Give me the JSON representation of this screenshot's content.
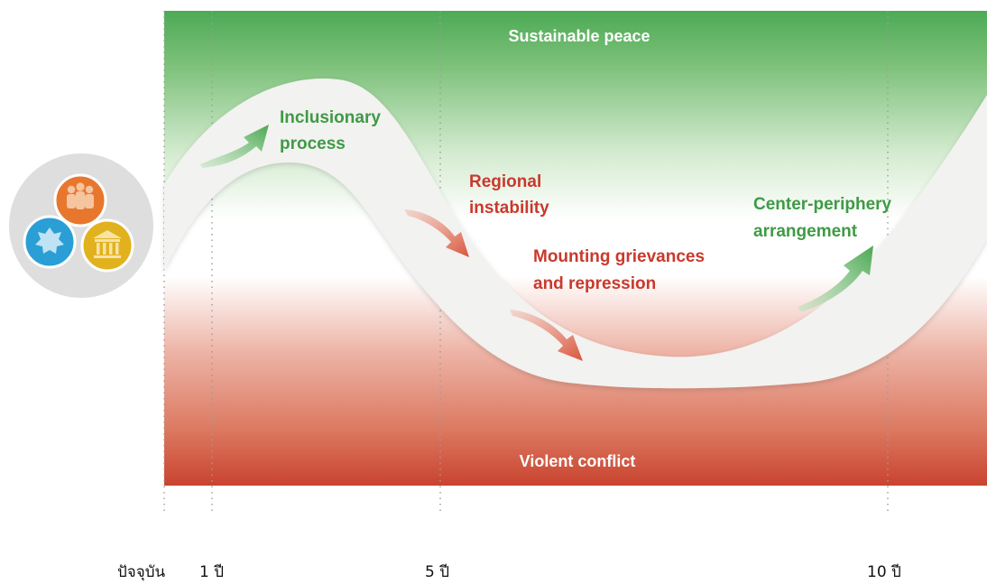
{
  "bands": {
    "top": "Sustainable peace",
    "bottom": "Violent conflict"
  },
  "stages": [
    {
      "id": "inclusionary",
      "lines": [
        "Inclusionary",
        "process"
      ],
      "tone": "positive",
      "arrow": "up"
    },
    {
      "id": "regional",
      "lines": [
        "Regional",
        "instability"
      ],
      "tone": "negative",
      "arrow": "down"
    },
    {
      "id": "mounting",
      "lines": [
        "Mounting grievances",
        "and repression"
      ],
      "tone": "negative",
      "arrow": "down"
    },
    {
      "id": "center",
      "lines": [
        "Center-periphery",
        "arrangement"
      ],
      "tone": "positive",
      "arrow": "up"
    }
  ],
  "timeline": {
    "labels": [
      "ปัจจุบัน",
      "1 ปี",
      "5 ปี",
      "10 ปี"
    ]
  },
  "icons": [
    "people-icon",
    "star-icon",
    "institution-icon"
  ],
  "colors": {
    "peace_green": "#3f9a45",
    "conflict_red": "#c9392d",
    "path_fill": "#f2f2f0",
    "people_orange": "#e8772e",
    "star_blue": "#2a9fd6",
    "institution_gold": "#e1b21e",
    "badge_grey": "#dedede"
  }
}
